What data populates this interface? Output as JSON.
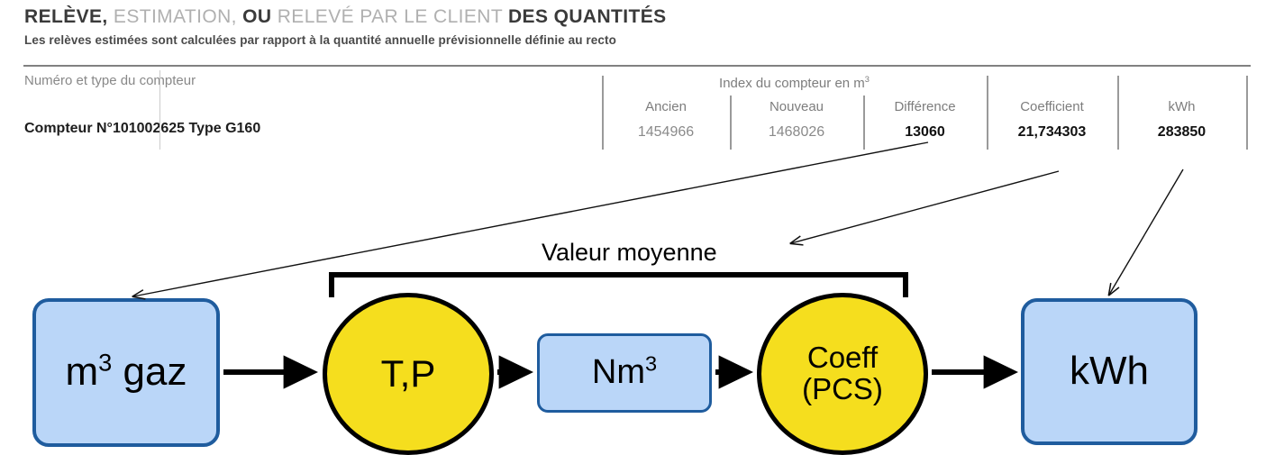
{
  "document": {
    "title_segments": [
      {
        "text": "RELÈVE,",
        "style": "dark"
      },
      {
        "text": "ESTIMATION,",
        "style": "light"
      },
      {
        "text": "OU",
        "style": "dark"
      },
      {
        "text": "RELEVÉ PAR LE CLIENT",
        "style": "light"
      },
      {
        "text": "DES QUANTITÉS",
        "style": "dark"
      }
    ],
    "title_plain": "RELÈVE, ESTIMATION, OU RELEVÉ PAR LE CLIENT DES QUANTITÉS",
    "subtitle": "Les relèves estimées sont calculées par rapport à la quantité annuelle prévisionnelle définie au recto"
  },
  "table": {
    "row_label": "Numéro et type du compteur",
    "meter": "Compteur N°101002625 Type G160",
    "group_header": "Index du compteur en m",
    "group_header_sup": "3",
    "columns": [
      {
        "header": "Ancien",
        "value": "1454966",
        "emphasis": "normal"
      },
      {
        "header": "Nouveau",
        "value": "1468026",
        "emphasis": "light"
      },
      {
        "header": "Différence",
        "value": "13060",
        "emphasis": "bold"
      },
      {
        "header": "Coefficient",
        "value": "21,734303",
        "emphasis": "bold"
      },
      {
        "header": "kWh",
        "value": "283850",
        "emphasis": "bold"
      }
    ]
  },
  "diagram": {
    "bracket_label": "Valeur moyenne",
    "nodes": [
      {
        "id": "m3gaz",
        "label": "m",
        "sup": "3",
        "suffix": " gaz",
        "shape": "box"
      },
      {
        "id": "tp",
        "label": "T,P",
        "shape": "circle"
      },
      {
        "id": "nm3",
        "label": "Nm",
        "sup": "3",
        "suffix": "",
        "shape": "box"
      },
      {
        "id": "coeff",
        "line1": "Coeff",
        "line2": "(PCS)",
        "shape": "circle"
      },
      {
        "id": "kwh",
        "label": "kWh",
        "shape": "box"
      }
    ]
  },
  "colors": {
    "box_fill": "#bad6f8",
    "box_border": "#1f5c9e",
    "circle_fill": "#f5de1e",
    "circle_border": "#000000",
    "arrow": "#000000",
    "title_dark": "#3a3a3a",
    "title_light": "#b0b0b0"
  }
}
